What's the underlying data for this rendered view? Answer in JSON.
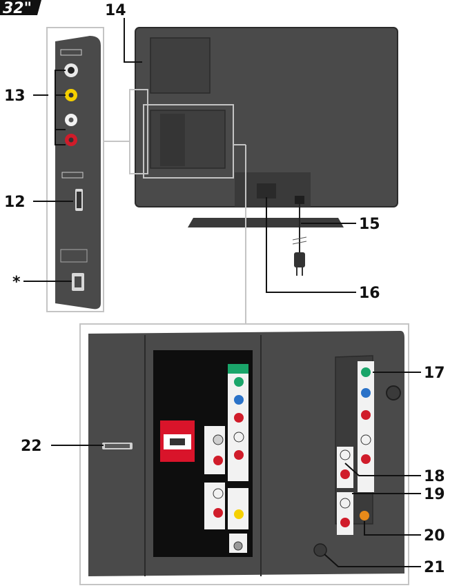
{
  "badge": {
    "text": "32\""
  },
  "callouts": {
    "c12": "12",
    "c13": "13",
    "c14": "14",
    "c15": "15",
    "c16": "16",
    "c17": "17",
    "c18": "18",
    "c19": "19",
    "c20": "20",
    "c21": "21",
    "c22": "22",
    "star": "*"
  },
  "colors": {
    "tv_body": "#4a4a4a",
    "tv_dark": "#2b2b2b",
    "panel_black": "#0e0e0e",
    "frame_gray": "#bdbdbd",
    "jack_yellow": "#f5d000",
    "jack_red": "#d01c2a",
    "jack_white": "#f2f2f2",
    "jack_green": "#1aa56a",
    "jack_blue": "#2a72c8",
    "jack_orange": "#e88a1a",
    "hdmi_red": "#d9142a"
  }
}
